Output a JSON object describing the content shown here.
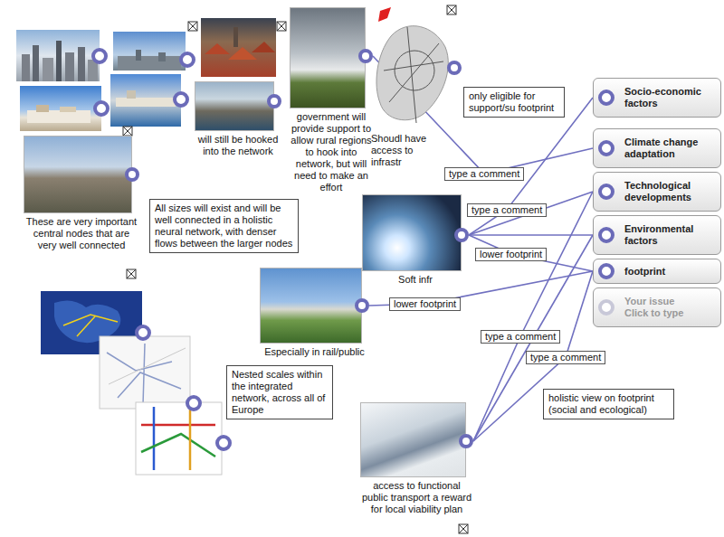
{
  "diagram": {
    "nodes": [
      {
        "text": [
          "will still be hooked into the network"
        ]
      },
      {
        "text": [
          "government will provide support to allow rural regions to hook into network, but will need to make an effort"
        ]
      },
      {
        "text": [
          "Shoudl have access to infrastr"
        ]
      },
      {
        "text": [
          "Socio-economic factors"
        ]
      },
      {
        "text": [
          "Climate change adaptation"
        ]
      },
      {
        "text": [
          "Technological developments"
        ]
      },
      {
        "text": [
          "Environmental factors"
        ]
      },
      {
        "text": [
          "footprint"
        ]
      },
      {
        "text": [
          "Your issue",
          "Click to type"
        ]
      },
      {
        "text": [
          "only eligible for support/su footprint"
        ]
      },
      {
        "text": [
          "All sizes will exist and will be well connected in a holistic neural network, with denser flows between the larger nodes"
        ]
      },
      {
        "text": [
          "These are very important central nodes that are very well connected"
        ]
      },
      {
        "text": [
          "Soft infr"
        ]
      },
      {
        "text": [
          "Especially in rail/public"
        ]
      },
      {
        "text": [
          "Nested scales within the integrated network, across all of Europe"
        ]
      },
      {
        "text": [
          "holistic view on footprint (social and ecological)"
        ]
      },
      {
        "text": [
          "access to functional public transport a reward for local viability plan"
        ]
      }
    ],
    "edges": [
      {
        "from": 1,
        "to": 4,
        "arrow": "none",
        "label": "type a comment"
      },
      {
        "from": 12,
        "to": 3,
        "arrow": "none",
        "label": "type a comment"
      },
      {
        "from": 12,
        "to": 5,
        "arrow": "none"
      },
      {
        "from": 12,
        "to": 7,
        "arrow": "none",
        "label": "lower footprint"
      },
      {
        "from": 12,
        "to": 6,
        "arrow": "none"
      },
      {
        "from": 16,
        "to": 5,
        "arrow": "none",
        "label": "type a comment"
      },
      {
        "from": 16,
        "to": 6,
        "arrow": "none"
      },
      {
        "from": 16,
        "to": 7,
        "arrow": "none",
        "label": "type a comment"
      },
      {
        "from": 13,
        "to": 7,
        "arrow": "none",
        "label": "lower footprint"
      }
    ]
  }
}
